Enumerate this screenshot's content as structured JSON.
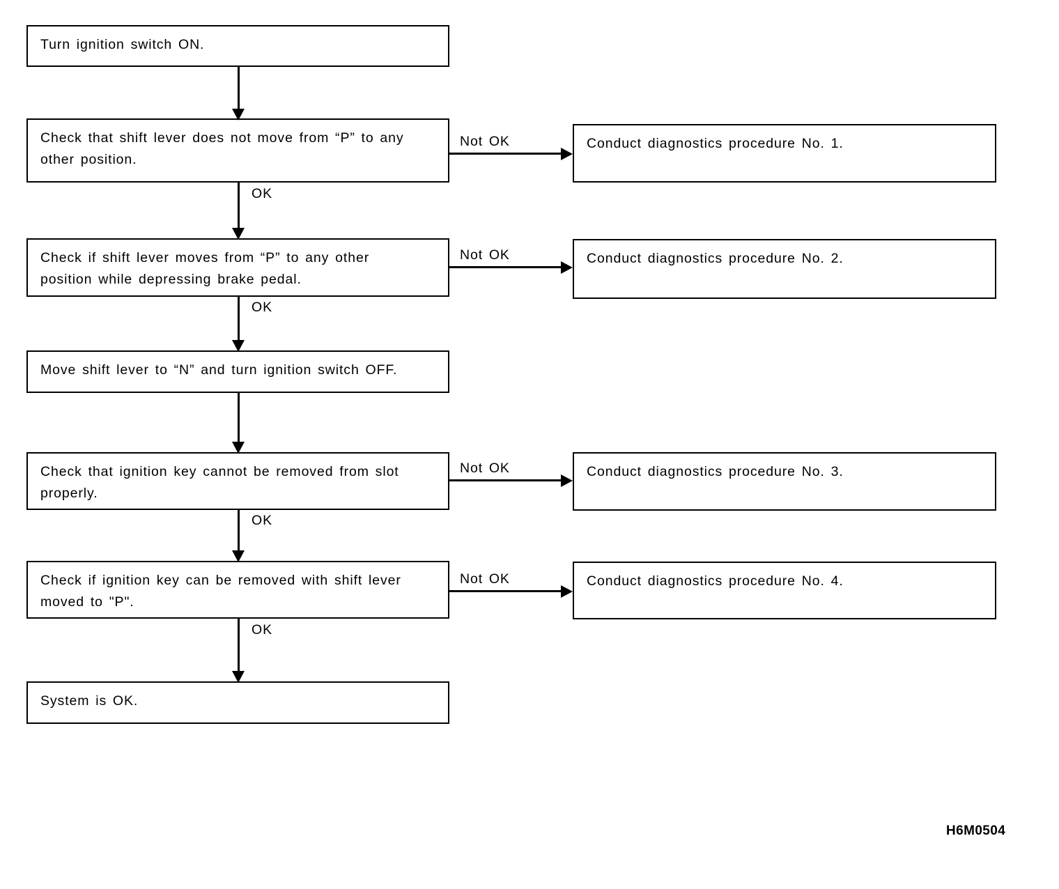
{
  "figure": {
    "reference_code": "H6M0504",
    "branch_label_ok": "OK",
    "branch_label_not_ok": "Not OK"
  },
  "flow": {
    "main_steps": [
      {
        "id": "step-turn-ignition-on",
        "text": "Turn ignition switch ON."
      },
      {
        "id": "step-check-lever-locked",
        "text": "Check that shift lever does not move from “P” to any\nother position."
      },
      {
        "id": "step-check-lever-with-brake",
        "text": "Check if shift lever moves from “P” to any other\nposition while depressing brake pedal."
      },
      {
        "id": "step-move-lever-n-ignition-off",
        "text": "Move shift lever to “N” and turn ignition switch OFF."
      },
      {
        "id": "step-check-key-not-removable",
        "text": "Check that ignition key cannot be removed from slot\nproperly."
      },
      {
        "id": "step-check-key-removable-in-p",
        "text": "Check if ignition key can be removed with shift lever\nmoved to \"P\"."
      },
      {
        "id": "step-system-ok",
        "text": "System is OK."
      }
    ],
    "branch_steps": [
      {
        "id": "branch-procedure-1",
        "text": "Conduct diagnostics procedure No. 1."
      },
      {
        "id": "branch-procedure-2",
        "text": "Conduct diagnostics procedure No. 2."
      },
      {
        "id": "branch-procedure-3",
        "text": "Conduct diagnostics procedure No. 3."
      },
      {
        "id": "branch-procedure-4",
        "text": "Conduct diagnostics procedure No. 4."
      }
    ],
    "ok_labels": [
      "OK",
      "OK",
      "OK",
      "OK"
    ],
    "not_ok_labels": [
      "Not OK",
      "Not OK",
      "Not OK",
      "Not OK"
    ]
  }
}
